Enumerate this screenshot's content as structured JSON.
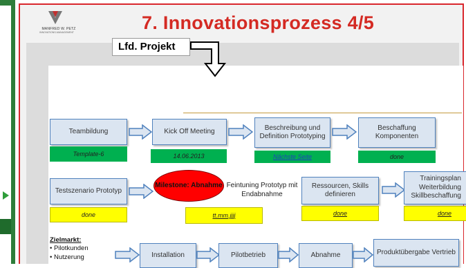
{
  "slide": {
    "title": "7. Innovationsprozess 4/5",
    "logo_name": "MANFRED W. PETZ",
    "logo_sub": "INNOVATIONS-MANAGEMENT",
    "callout": "Lfd. Projekt"
  },
  "row1": {
    "b1": "Teambildung",
    "b2": "Kick Off Meeting",
    "b3": "Beschreibung und Definition Prototyping",
    "b4": "Beschaffung Komponenten",
    "s1": "Template-6",
    "s2": "14.06.2013",
    "s3": "Nächste Seite",
    "s4": "done"
  },
  "row2": {
    "b1": "Testszenario Prototyp",
    "milestone": "Milestone: Abnahme",
    "b2": "Feintuning Prototyp mit Endabnahme",
    "b3": "Ressourcen, Skills definieren",
    "b4": "Trainingsplan Weiterbildung Skillbeschaffung",
    "s1": "done",
    "s2": "tt.mm.jjjj",
    "s3": "done",
    "s4": "done"
  },
  "row3": {
    "ziel_title": "Zielmarkt:",
    "ziel_item1": "Pilotkunden",
    "ziel_item2": "Nutzerung",
    "b1": "Installation",
    "b2": "Pilotbetrieb",
    "b3": "Abnahme",
    "b4": "Produktübergabe Vertrieb"
  },
  "colors": {
    "title_red": "#d42a23",
    "box_fill": "#dbe5f1",
    "box_border": "#4f81bd",
    "status_green": "#00b050",
    "status_yellow": "#ffff00",
    "milestone_red": "#ff0000"
  }
}
